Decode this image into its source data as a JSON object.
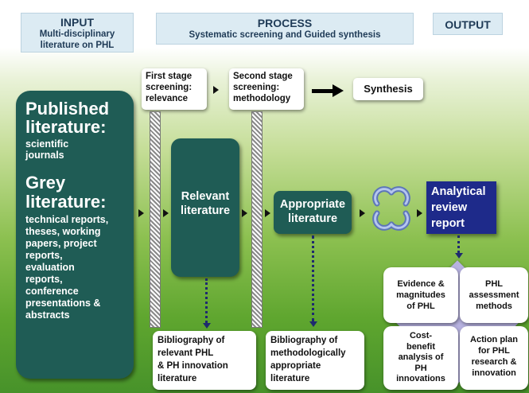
{
  "headers": {
    "input": {
      "title": "INPUT",
      "sub1": "Multi-disciplinary",
      "sub2": "literature on PHL"
    },
    "process": {
      "title": "PROCESS",
      "sub": "Systematic screening and Guided synthesis"
    },
    "output": {
      "title": "OUTPUT"
    }
  },
  "stages": {
    "first": [
      "First stage",
      "screening:",
      "relevance"
    ],
    "second": [
      "Second stage",
      "screening:",
      "methodology"
    ],
    "synthesis": "Synthesis"
  },
  "input_block": {
    "published_1": "Published",
    "published_2": "literature:",
    "published_items": [
      "scientific",
      "journals"
    ],
    "grey_1": "Grey",
    "grey_2": "literature:",
    "grey_items": [
      "technical reports,",
      "theses, working",
      "papers, project",
      "reports,",
      "evaluation",
      "reports,",
      "conference",
      "presentations &",
      "abstracts"
    ]
  },
  "relevant": [
    "Relevant",
    "literature"
  ],
  "appropriate": [
    "Appropriate",
    "literature"
  ],
  "report": [
    "Analytical",
    "review",
    "report"
  ],
  "bibliographies": {
    "relevant": [
      "Bibliography of",
      "relevant PHL",
      "& PH innovation",
      "literature"
    ],
    "appropriate": [
      "Bibliography of",
      "methodologically",
      "appropriate",
      "literature"
    ]
  },
  "outputs": {
    "evidence": [
      "Evidence &",
      "magnitudes",
      "of PHL"
    ],
    "assessment": [
      "PHL",
      "assessment",
      "methods"
    ],
    "cost_benefit": [
      "Cost-",
      "benefit",
      "analysis of",
      "PH",
      "innovations"
    ],
    "action_plan": [
      "Action plan",
      "for PHL",
      "research &",
      "innovation"
    ]
  },
  "colors": {
    "teal": "#1f5c55",
    "navy": "#1e2a8a",
    "header_bg": "#dcebf3",
    "header_text": "#1f3b57",
    "synthesis_icon": "#6f87c4"
  },
  "icons": {
    "synthesis": "four-petal-cycle-icon"
  }
}
